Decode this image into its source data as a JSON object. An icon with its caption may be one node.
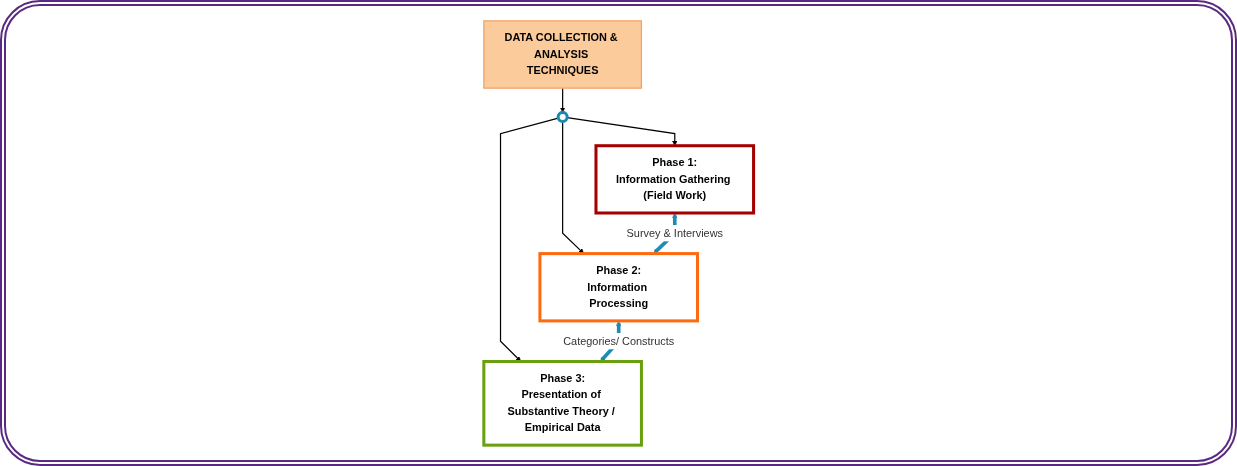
{
  "diagram": {
    "nodes": [
      {
        "text": [
          "DATA COLLECTION & ANALYSIS TECHNIQUES"
        ]
      },
      {
        "text": [],
        "shape": "circle"
      },
      {
        "text": [
          "Phase 1:",
          "Information Gathering (Field Work)"
        ]
      },
      {
        "text": [
          "Phase 2:",
          "Information Processing"
        ]
      },
      {
        "text": [
          "Phase 3:",
          "Presentation of Substantive Theory / Empirical Data"
        ]
      }
    ],
    "edges": [
      {
        "from": 0,
        "to": 1,
        "arrow": "to"
      },
      {
        "from": 1,
        "to": 2,
        "arrow": "to"
      },
      {
        "from": 1,
        "to": 3,
        "arrow": "to"
      },
      {
        "from": 1,
        "to": 4,
        "arrow": "to"
      },
      {
        "from": 2,
        "to": 3,
        "arrow": "both",
        "label": "Survey & Interviews",
        "style": "thick",
        "color": "#1e8db5"
      },
      {
        "from": 3,
        "to": 4,
        "arrow": "both",
        "label": "Categories/ Constructs",
        "style": "thick",
        "color": "#1e8db5"
      }
    ]
  }
}
